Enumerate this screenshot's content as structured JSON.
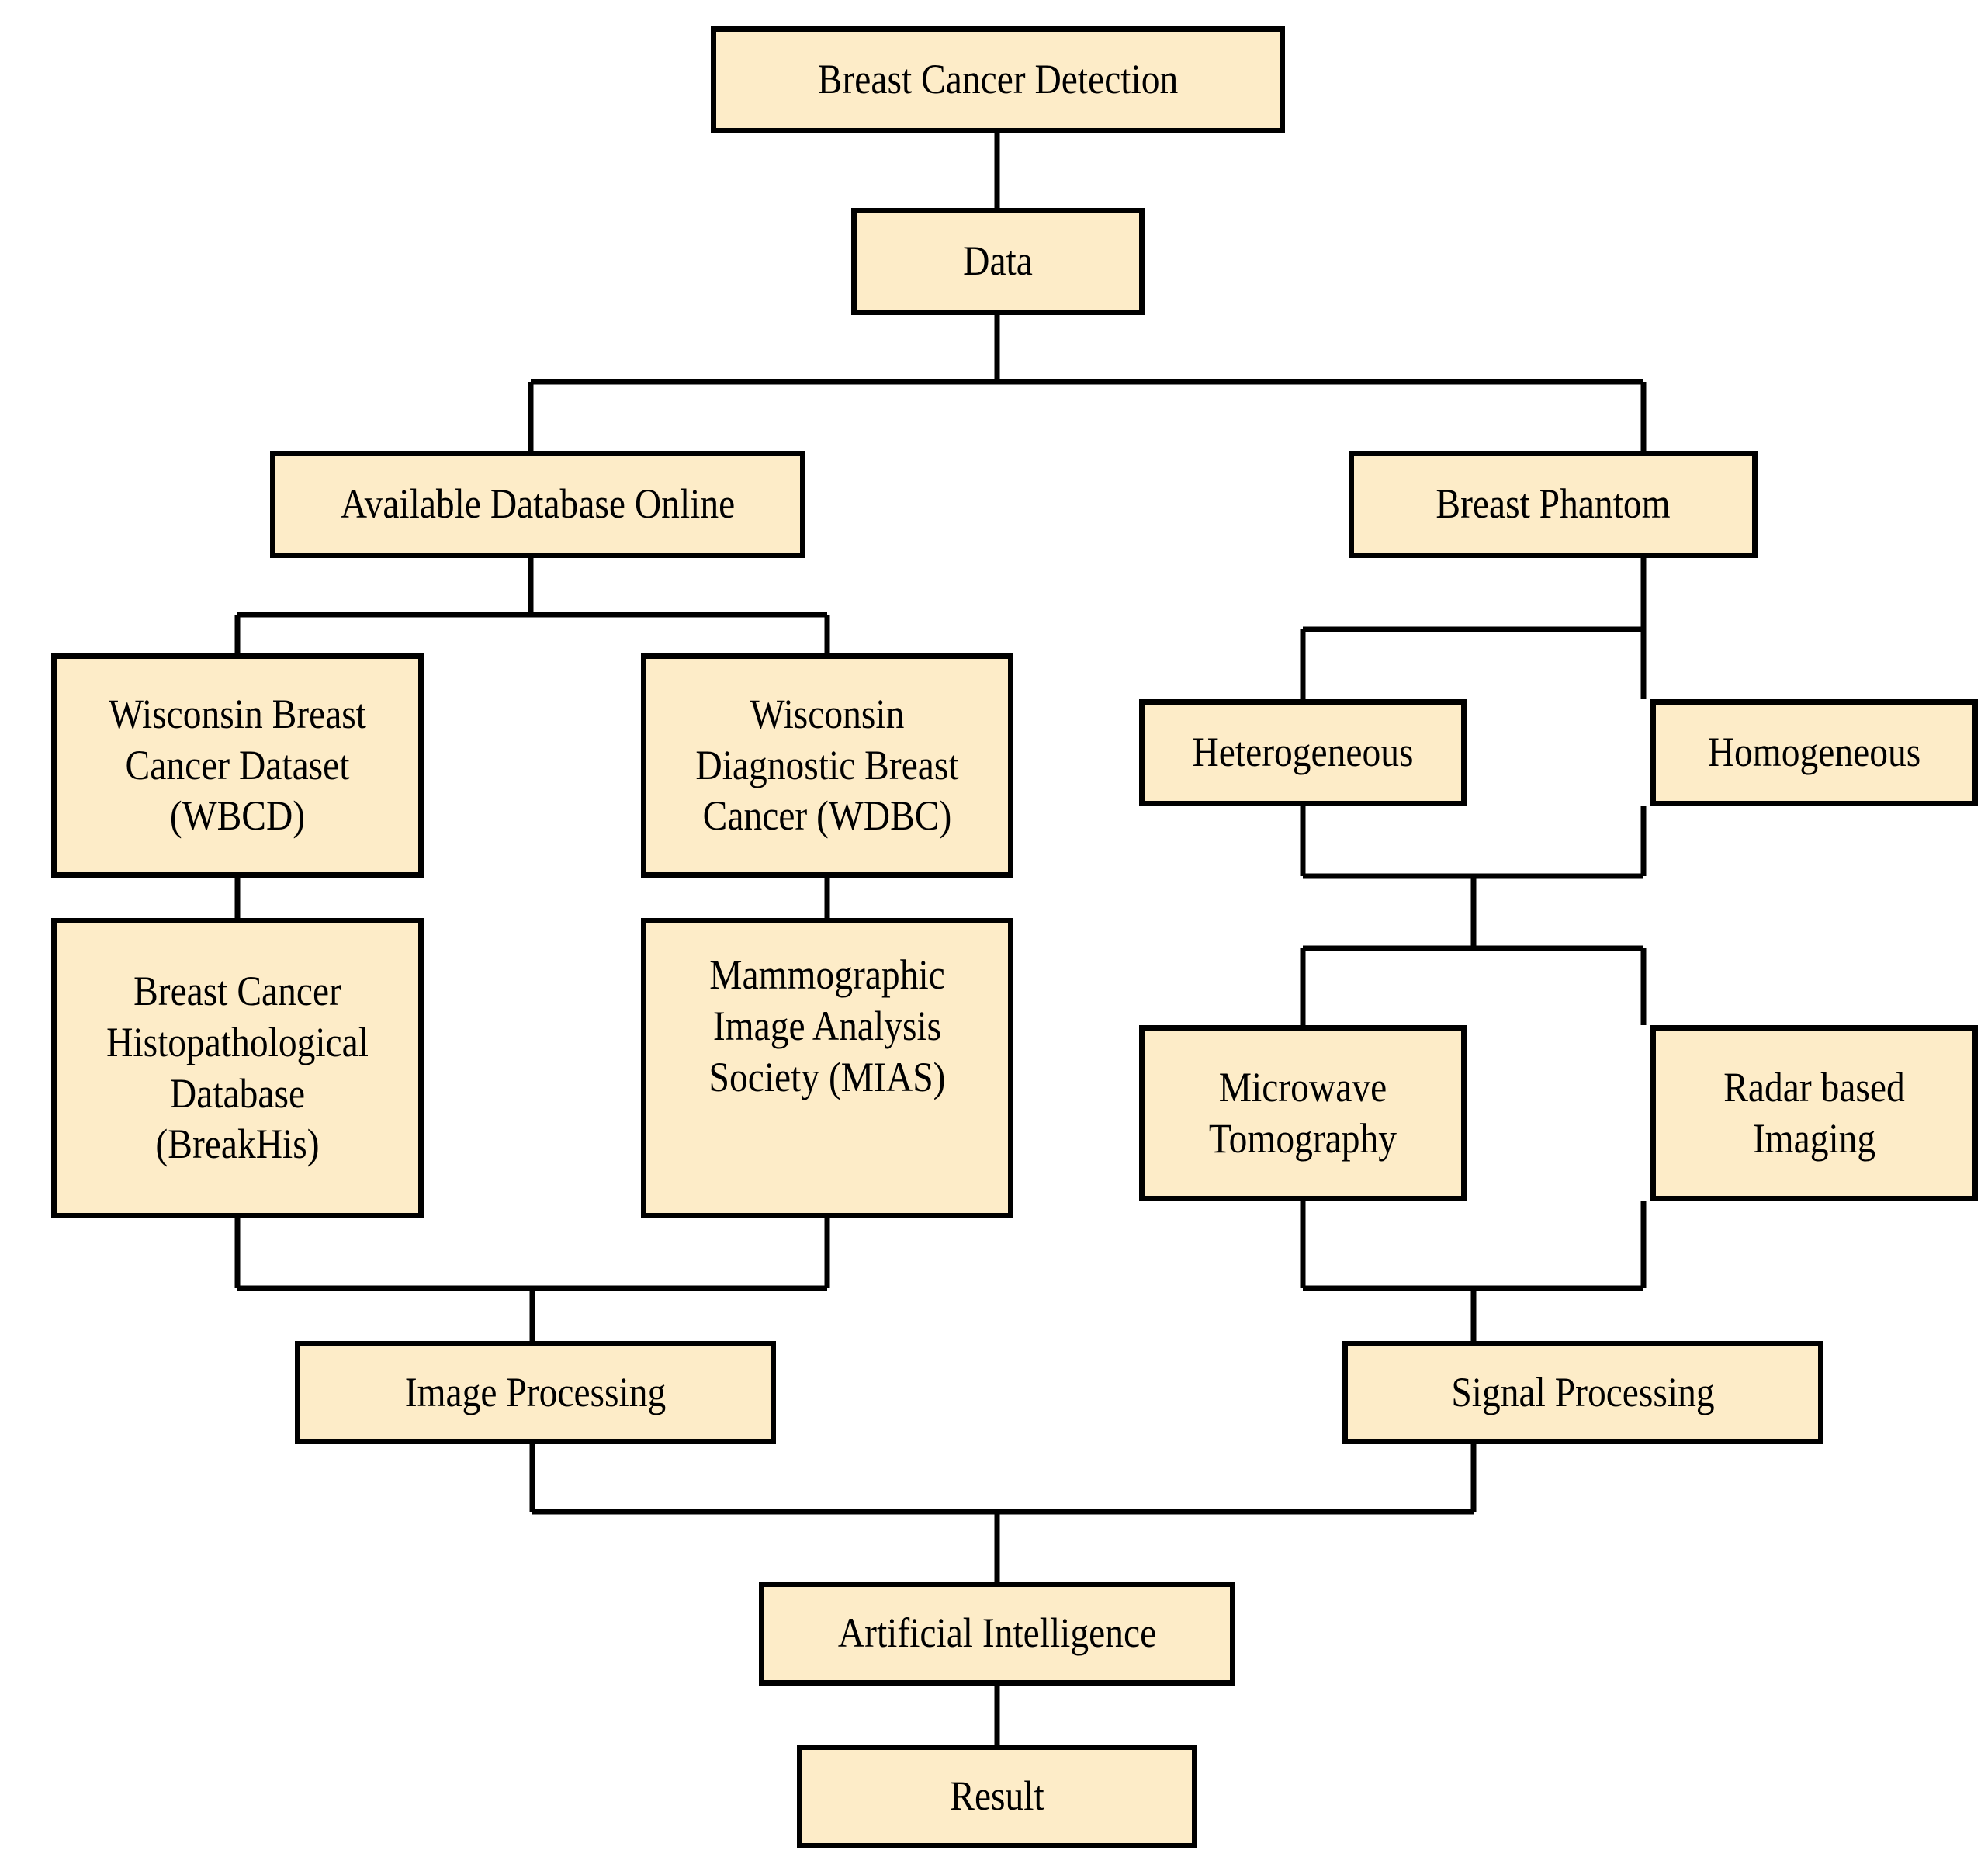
{
  "diagram": {
    "title": "Breast Cancer Detection flowchart",
    "colors": {
      "node_fill": "#fdecc8",
      "node_border": "#000000",
      "edge": "#000000",
      "background": "#ffffff"
    },
    "nodes": {
      "root": "Breast Cancer Detection",
      "data": "Data",
      "available_database_online": "Available Database Online",
      "breast_phantom": "Breast Phantom",
      "wbcd": "Wisconsin Breast\nCancer Dataset\n(WBCD)",
      "wdbc": "Wisconsin\nDiagnostic Breast\nCancer (WDBC)",
      "breakhis": "Breast Cancer\nHistopathological\nDatabase\n(BreakHis)",
      "mias": "Mammographic\nImage Analysis\nSociety (MIAS)",
      "heterogeneous": "Heterogeneous",
      "homogeneous": "Homogeneous",
      "microwave_tomography": "Microwave\nTomography",
      "radar_based_imaging": "Radar based\nImaging",
      "image_processing": "Image Processing",
      "signal_processing": "Signal Processing",
      "artificial_intelligence": "Artificial Intelligence",
      "result": "Result"
    },
    "edges": [
      {
        "from": "root",
        "to": "data"
      },
      {
        "from": "data",
        "to": "available_database_online"
      },
      {
        "from": "data",
        "to": "breast_phantom"
      },
      {
        "from": "available_database_online",
        "to": "wbcd"
      },
      {
        "from": "available_database_online",
        "to": "wdbc"
      },
      {
        "from": "wbcd",
        "to": "breakhis"
      },
      {
        "from": "wdbc",
        "to": "mias"
      },
      {
        "from": "breakhis",
        "to": "image_processing"
      },
      {
        "from": "mias",
        "to": "image_processing"
      },
      {
        "from": "breast_phantom",
        "to": "heterogeneous"
      },
      {
        "from": "breast_phantom",
        "to": "homogeneous"
      },
      {
        "from": "heterogeneous",
        "to": "microwave_tomography"
      },
      {
        "from": "homogeneous",
        "to": "radar_based_imaging"
      },
      {
        "from": "microwave_tomography",
        "to": "signal_processing"
      },
      {
        "from": "radar_based_imaging",
        "to": "signal_processing"
      },
      {
        "from": "image_processing",
        "to": "artificial_intelligence"
      },
      {
        "from": "signal_processing",
        "to": "artificial_intelligence"
      },
      {
        "from": "artificial_intelligence",
        "to": "result"
      }
    ]
  }
}
